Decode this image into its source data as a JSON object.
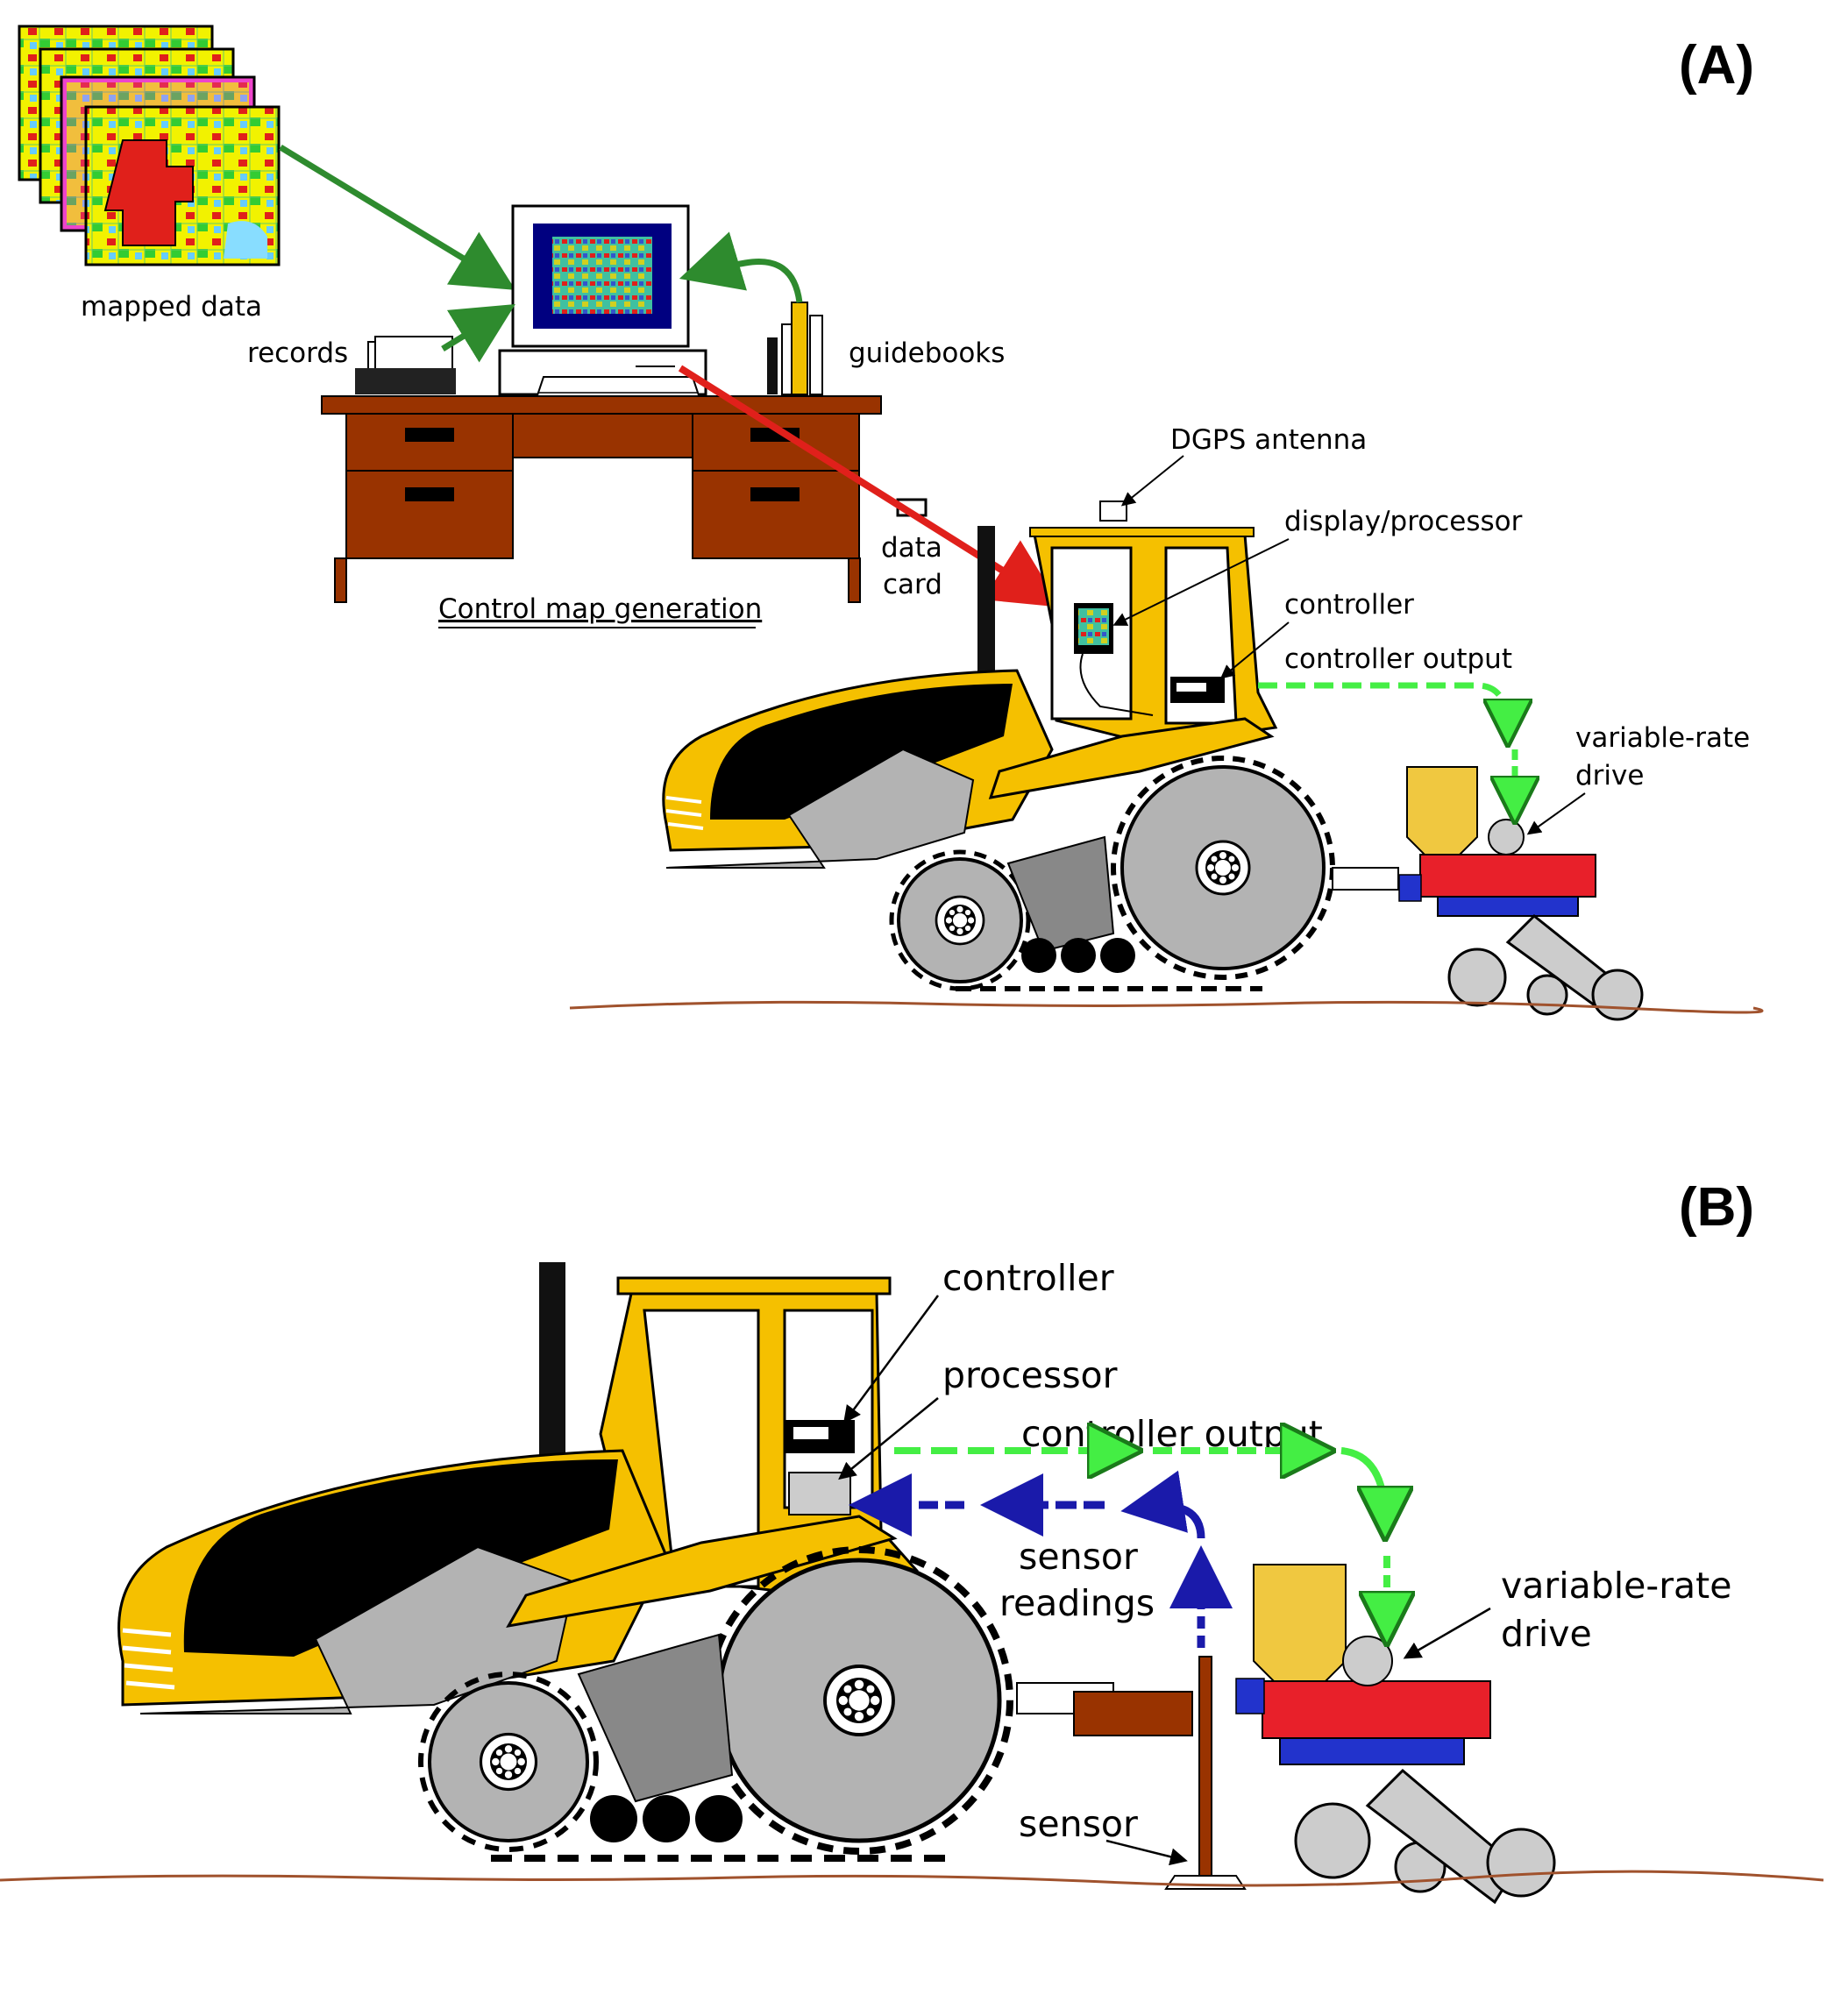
{
  "panel_a": {
    "letter": "(A)",
    "labels": {
      "mapped_data": "mapped data",
      "records": "records",
      "guidebooks": "guidebooks",
      "control_map_generation": "Control map generation",
      "data_card_1": "data",
      "data_card_2": "card",
      "dgps_antenna": "DGPS antenna",
      "display_processor": "display/processor",
      "controller": "controller",
      "controller_output": "controller output",
      "variable_rate_drive_1": "variable-rate",
      "variable_rate_drive_2": "drive"
    }
  },
  "panel_b": {
    "letter": "(B)",
    "labels": {
      "controller": "controller",
      "processor": "processor",
      "controller_output": "controller output",
      "sensor_readings_1": "sensor",
      "sensor_readings_2": "readings",
      "variable_rate_drive_1": "variable-rate",
      "variable_rate_drive_2": "drive",
      "sensor": "sensor"
    }
  },
  "colors": {
    "tractor_body": "#f5c000",
    "tractor_dark": "#000000",
    "tractor_grey": "#b3b3b3",
    "desk": "#993300",
    "arrow_green": "#33a02c",
    "arrow_red": "#e0201b",
    "arrow_dashed_green": "#44ee44",
    "arrow_dashed_blue": "#1a1aaa",
    "seeder_red": "#e8202a",
    "seeder_blue": "#2233cc",
    "hopper": "#f0c840",
    "soil": "#a0522d"
  }
}
